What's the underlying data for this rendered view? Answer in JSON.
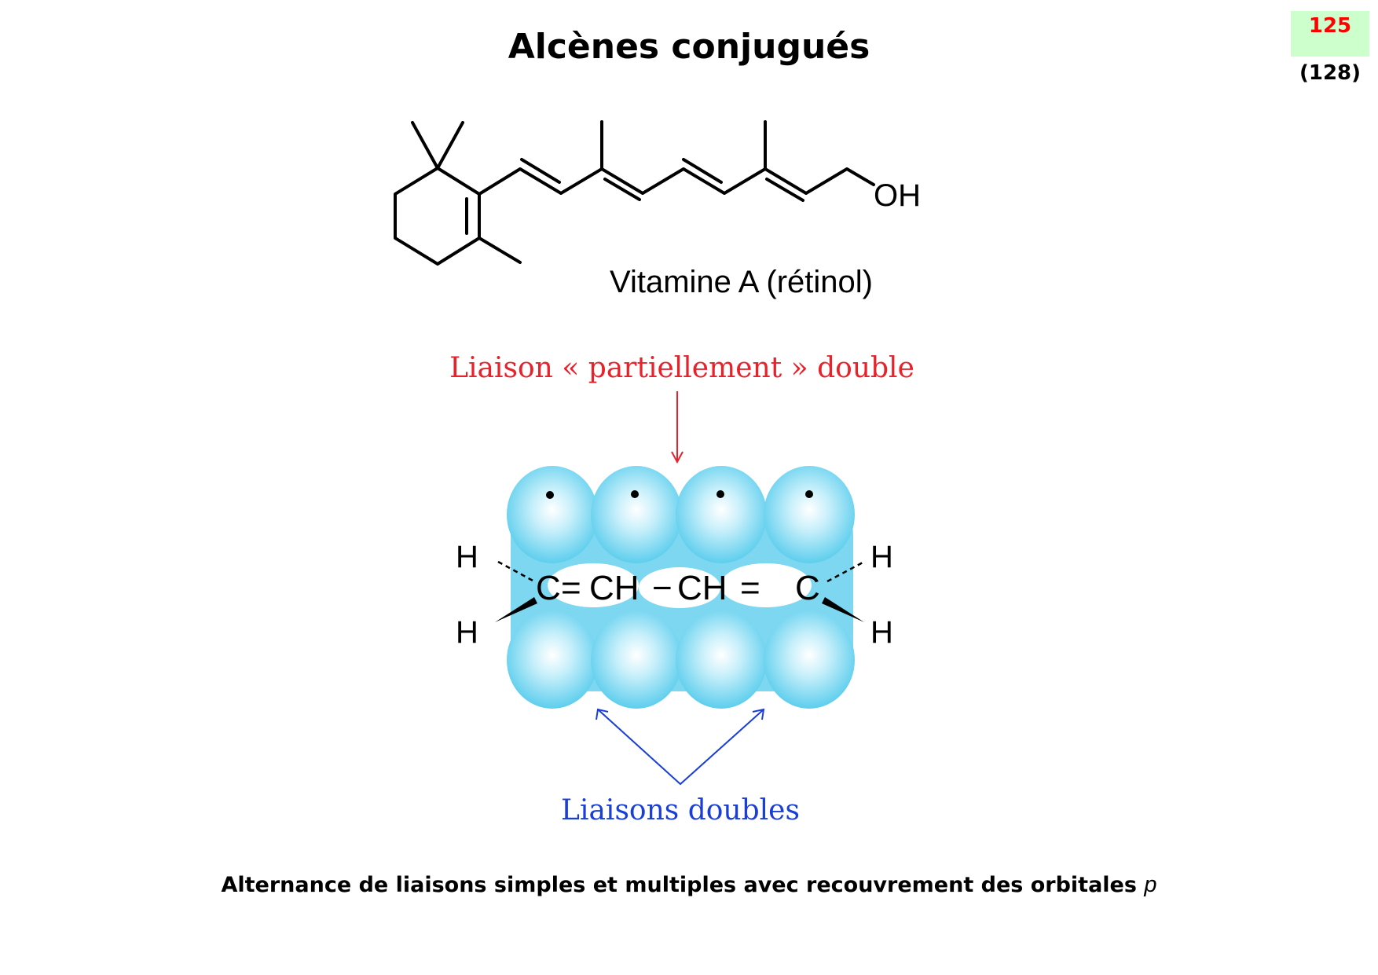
{
  "slide": {
    "title": "Alcènes conjugués",
    "page_number": "125",
    "page_number_alt": "(128)",
    "caption_main": "Alternance de liaisons simples et multiples avec recouvrement des orbitales",
    "caption_italic": "p"
  },
  "structure": {
    "oh_label": "OH",
    "name": "Vitamine A (rétinol)"
  },
  "orbital_diagram": {
    "top_label": "Liaison « partiellement » double",
    "bottom_label": "Liaisons doubles",
    "formula_parts": [
      "C",
      "=",
      "CH",
      "−",
      "CH",
      "=",
      "C"
    ],
    "h_label": "H"
  },
  "colors": {
    "page_box_bg": "#ccffcc",
    "page_number": "#ff0000",
    "top_label": "#e8212b",
    "bottom_label": "#1a3fd6",
    "lobe_fill": "#6fd3ee"
  }
}
